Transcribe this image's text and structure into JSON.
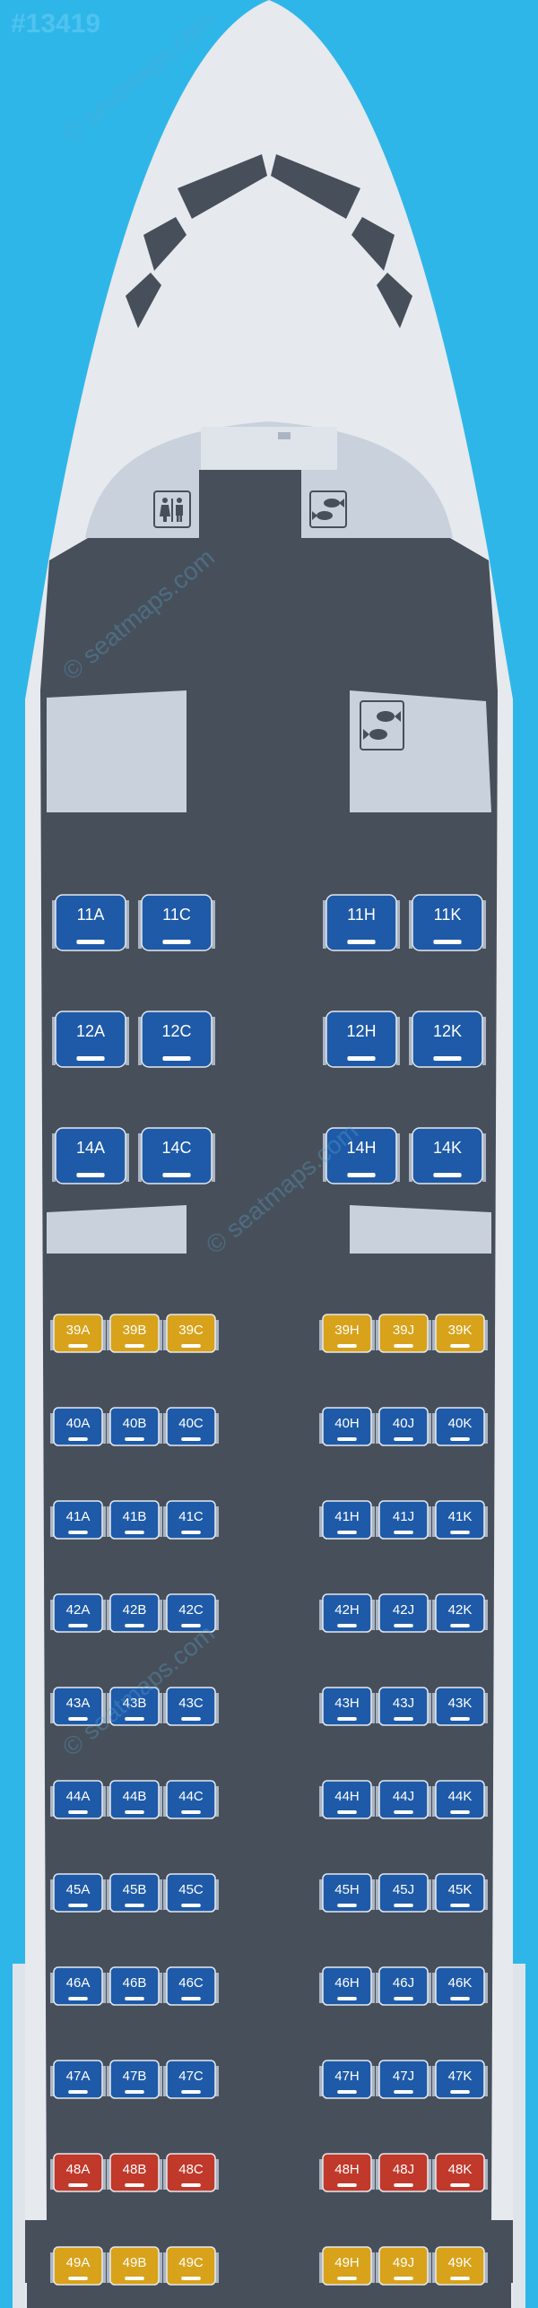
{
  "chart_id": "#13419",
  "watermark": "© seatmaps.com",
  "colors": {
    "sky": "#2fb6e9",
    "fuselage": "#e6e9ee",
    "cabin_floor": "#474f5a",
    "galley": "#c8d1dc",
    "business_seat": "#1e5aa8",
    "economy_seat": "#1e5aa8",
    "extra_legroom_seat": "#d8a21a",
    "restricted_seat": "#c0392b",
    "seat_text": "#ffffff"
  },
  "icons": {
    "lavatory": "lavatory-icon",
    "galley_front": "galley-food-icon",
    "galley_mid": "galley-food-icon"
  },
  "business_rows": [
    {
      "row": "11",
      "left": [
        "11A",
        "11C"
      ],
      "right": [
        "11H",
        "11K"
      ]
    },
    {
      "row": "12",
      "left": [
        "12A",
        "12C"
      ],
      "right": [
        "12H",
        "12K"
      ]
    },
    {
      "row": "14",
      "left": [
        "14A",
        "14C"
      ],
      "right": [
        "14H",
        "14K"
      ]
    }
  ],
  "economy_rows": [
    {
      "row": "39",
      "type": "extra_legroom",
      "left": [
        "39A",
        "39B",
        "39C"
      ],
      "right": [
        "39H",
        "39J",
        "39K"
      ]
    },
    {
      "row": "40",
      "type": "standard",
      "left": [
        "40A",
        "40B",
        "40C"
      ],
      "right": [
        "40H",
        "40J",
        "40K"
      ]
    },
    {
      "row": "41",
      "type": "standard",
      "left": [
        "41A",
        "41B",
        "41C"
      ],
      "right": [
        "41H",
        "41J",
        "41K"
      ]
    },
    {
      "row": "42",
      "type": "standard",
      "left": [
        "42A",
        "42B",
        "42C"
      ],
      "right": [
        "42H",
        "42J",
        "42K"
      ]
    },
    {
      "row": "43",
      "type": "standard",
      "left": [
        "43A",
        "43B",
        "43C"
      ],
      "right": [
        "43H",
        "43J",
        "43K"
      ]
    },
    {
      "row": "44",
      "type": "standard",
      "left": [
        "44A",
        "44B",
        "44C"
      ],
      "right": [
        "44H",
        "44J",
        "44K"
      ]
    },
    {
      "row": "45",
      "type": "standard",
      "left": [
        "45A",
        "45B",
        "45C"
      ],
      "right": [
        "45H",
        "45J",
        "45K"
      ]
    },
    {
      "row": "46",
      "type": "standard",
      "left": [
        "46A",
        "46B",
        "46C"
      ],
      "right": [
        "46H",
        "46J",
        "46K"
      ]
    },
    {
      "row": "47",
      "type": "standard",
      "left": [
        "47A",
        "47B",
        "47C"
      ],
      "right": [
        "47H",
        "47J",
        "47K"
      ]
    },
    {
      "row": "48",
      "type": "restricted",
      "left": [
        "48A",
        "48B",
        "48C"
      ],
      "right": [
        "48H",
        "48J",
        "48K"
      ]
    },
    {
      "row": "49",
      "type": "extra_legroom",
      "left": [
        "49A",
        "49B",
        "49C"
      ],
      "right": [
        "49H",
        "49J",
        "49K"
      ]
    }
  ]
}
